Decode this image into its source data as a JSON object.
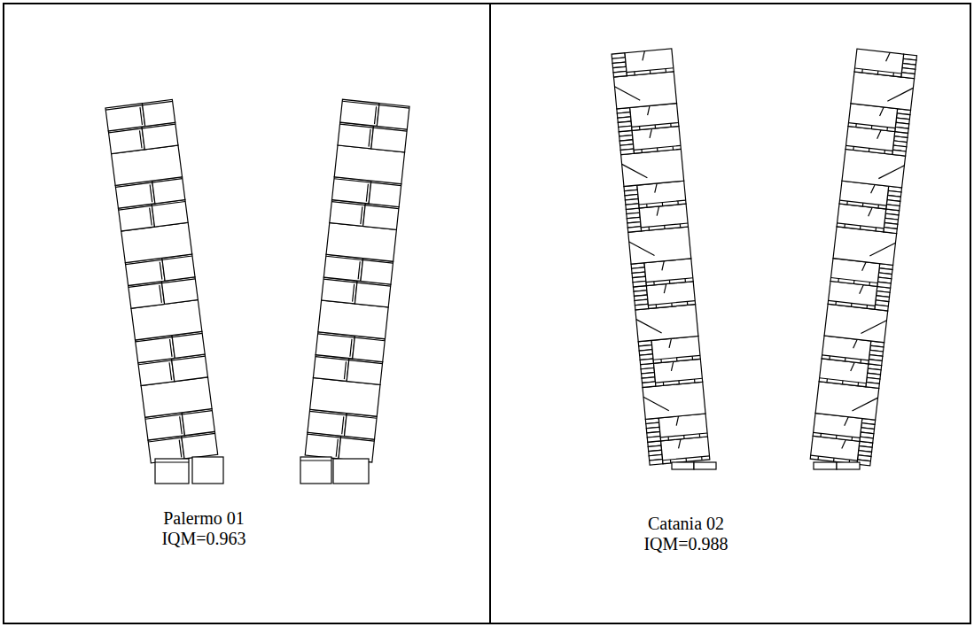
{
  "diagram": {
    "labels": [
      "Palermo 01",
      "IQM=0.963",
      "Catania 02",
      "IQM=0.988"
    ]
  }
}
